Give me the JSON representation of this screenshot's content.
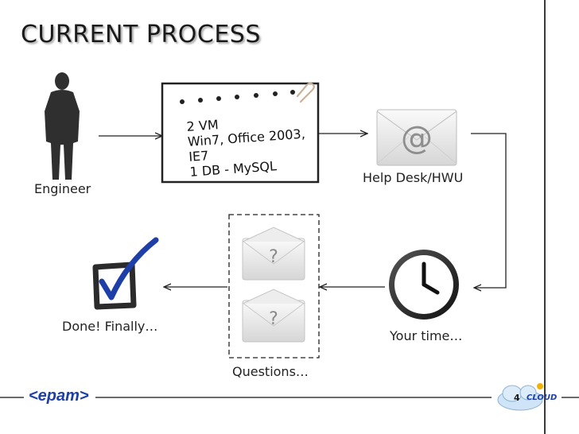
{
  "slide": {
    "title": "CURRENT PROCESS",
    "page_number": "4"
  },
  "nodes": {
    "engineer": "Engineer",
    "note_lines": [
      "2 VM",
      "Win7, Office 2003,",
      "IE7",
      "1 DB - MySQL"
    ],
    "helpdesk": "Help Desk/HWU",
    "your_time": "Your time…",
    "questions": "Questions…",
    "done": "Done! Finally…"
  },
  "footer": {
    "logo_left": "<epam>",
    "logo_right": "CLOUD"
  },
  "colors": {
    "accent_blue": "#1f3fa8",
    "dark": "#2b2b2b"
  }
}
